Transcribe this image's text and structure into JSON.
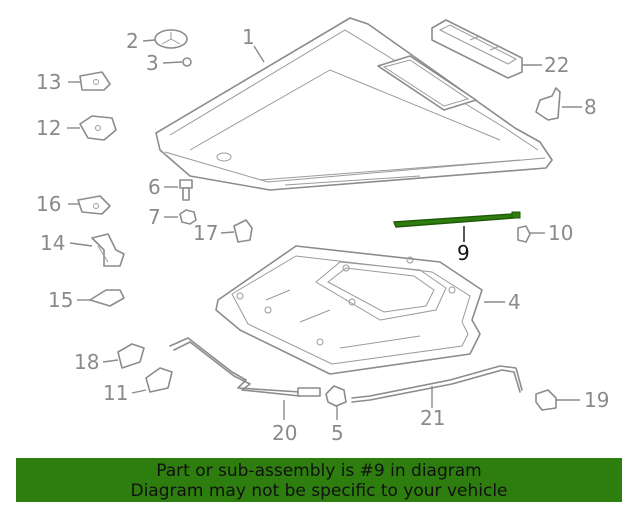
{
  "callouts": {
    "c1": "1",
    "c2": "2",
    "c3": "3",
    "c4": "4",
    "c5": "5",
    "c6": "6",
    "c7": "7",
    "c8": "8",
    "c9": "9",
    "c10": "10",
    "c11": "11",
    "c12": "12",
    "c13": "13",
    "c14": "14",
    "c15": "15",
    "c16": "16",
    "c17": "17",
    "c18": "18",
    "c19": "19",
    "c20": "20",
    "c21": "21",
    "c22": "22"
  },
  "highlighted_part": "9",
  "colors": {
    "highlight_part": "#2e7d0f",
    "banner": "#2e7d0f",
    "line_art": "#8c8c8c"
  },
  "banner": {
    "line1": "Part or sub-assembly is #9 in diagram",
    "line2": "Diagram may not be specific to your vehicle"
  }
}
